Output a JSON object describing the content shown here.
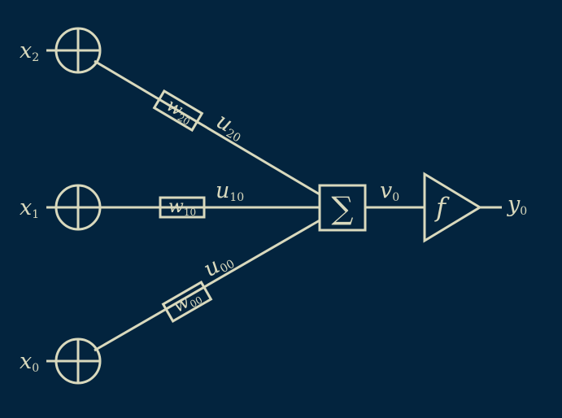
{
  "colors": {
    "background": "#03243e",
    "ink": "#d9d9bd"
  },
  "inputs": [
    {
      "symbol": "x",
      "subscript": "2"
    },
    {
      "symbol": "x",
      "subscript": "1"
    },
    {
      "symbol": "x",
      "subscript": "0"
    }
  ],
  "weights": [
    {
      "symbol": "w",
      "subscript": "20"
    },
    {
      "symbol": "w",
      "subscript": "10"
    },
    {
      "symbol": "w",
      "subscript": "00"
    }
  ],
  "weighted_signals": [
    {
      "symbol": "u",
      "subscript": "20"
    },
    {
      "symbol": "u",
      "subscript": "10"
    },
    {
      "symbol": "u",
      "subscript": "00"
    }
  ],
  "summation": {
    "symbol": "∑"
  },
  "net_input": {
    "symbol": "v",
    "subscript": "0"
  },
  "activation": {
    "symbol": "f"
  },
  "output": {
    "symbol": "y",
    "subscript": "0"
  },
  "icons": {
    "input_node": "circle-crosshair-icon",
    "summation": "sigma-box-icon",
    "activation": "triangle-amplifier-icon"
  }
}
